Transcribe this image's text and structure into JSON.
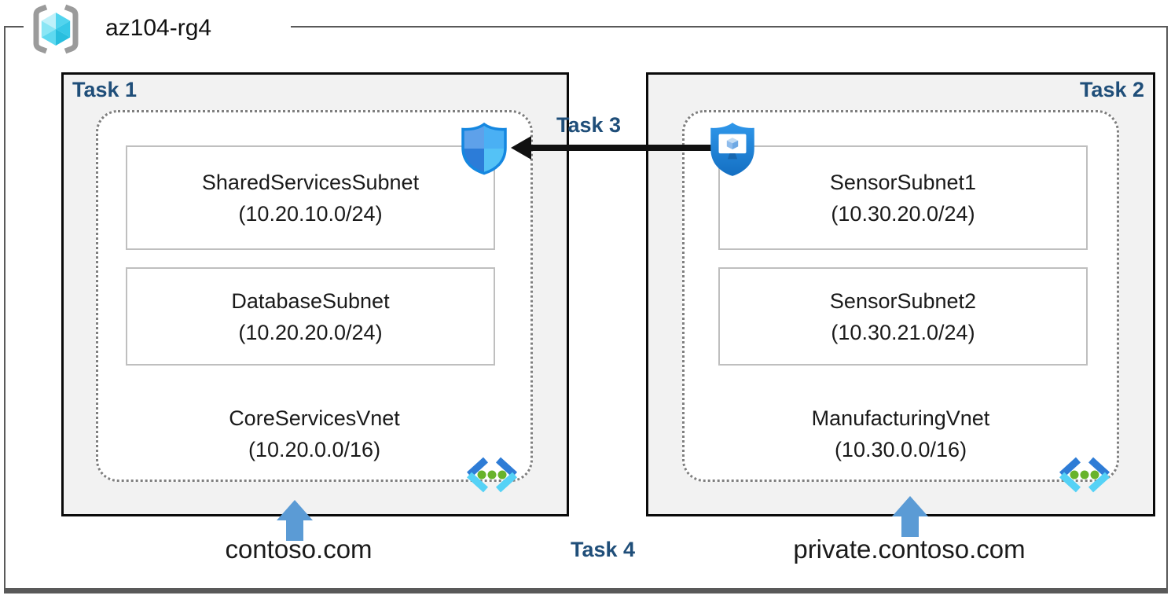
{
  "resource_group": {
    "name": "az104-rg4"
  },
  "task_labels": {
    "task1": "Task 1",
    "task2": "Task 2",
    "task3": "Task 3",
    "task4": "Task 4"
  },
  "vnets": [
    {
      "name": "CoreServicesVnet",
      "cidr": "(10.20.0.0/16)",
      "dns_zone": "contoso.com",
      "subnets": [
        {
          "name": "SharedServicesSubnet",
          "cidr": "(10.20.10.0/24)"
        },
        {
          "name": "DatabaseSubnet",
          "cidr": "(10.20.20.0/24)"
        }
      ]
    },
    {
      "name": "ManufacturingVnet",
      "cidr": "(10.30.0.0/16)",
      "dns_zone": "private.contoso.com",
      "subnets": [
        {
          "name": "SensorSubnet1",
          "cidr": "(10.30.20.0/24)"
        },
        {
          "name": "SensorSubnet2",
          "cidr": "(10.30.21.0/24)"
        }
      ]
    }
  ],
  "icons": {
    "resource_group": "resource-group-icon",
    "network_security_group": "network-security-group-shield-icon",
    "application_security_group": "application-security-group-shield-icon",
    "virtual_network": "virtual-network-brackets-icon",
    "dns_pointer": "blue-up-arrow-icon",
    "task3_connector": "black-left-arrow"
  },
  "colors": {
    "task_label": "#1F4E79",
    "box_fill": "#F2F2F2",
    "box_border": "#000000",
    "dotted_border": "#7F7F7F",
    "subnet_border": "#BFBFBF",
    "frame_border": "#595959",
    "dns_arrow": "#5B9BD5",
    "connector_arrow": "#111111"
  }
}
